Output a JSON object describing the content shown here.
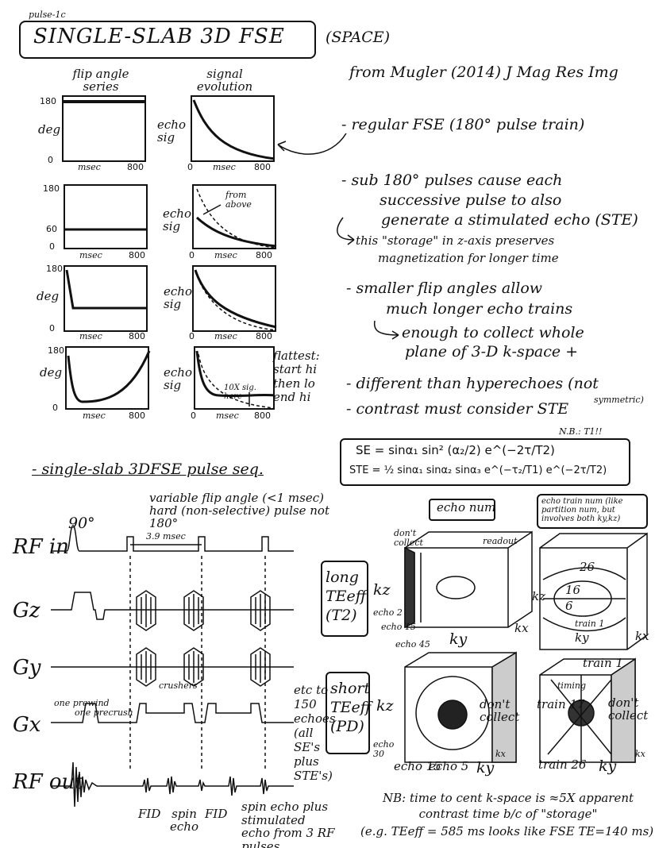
{
  "tag": "pulse-1c",
  "title": "SINGLE-SLAB  3D FSE",
  "title_paren": "(SPACE)",
  "source": "from Mugler (2014) J Mag Res Img",
  "col_flip": "flip angle series",
  "col_signal": "signal evolution",
  "axis_deg": "deg",
  "axis_echo": "echo sig",
  "axis_msec": "msec",
  "tick_180": "180",
  "tick_60": "60",
  "tick_0": "0",
  "tick_800": "800",
  "from_above": "from above",
  "tenx": "10X sig. here",
  "flattest": "flattest: start hi then lo end hi",
  "notes": [
    "- regular FSE (180° pulse train)",
    "- sub 180° pulses cause each",
    "successive pulse to also",
    "generate a stimulated echo (STE)",
    "this \"storage\" in z-axis preserves",
    "magnetization for longer time",
    "- smaller flip angles allow",
    "much longer echo trains",
    "enough to collect whole",
    "plane of 3-D k-space +",
    "- different than hyperechoes (not",
    "symmetric)",
    "- contrast must consider STE"
  ],
  "nb_t1": "N.B.: T1!!",
  "eq_se": "SE = sinα₁ sin² (α₂/2) e^(−2τ/T2)",
  "eq_ste": "STE = ½ sinα₁ sinα₂ sinα₃ e^(−τ₂/T1) e^(−2τ/T2)",
  "pulseseq_title": "- single-slab 3DFSE pulse seq.",
  "vfa_note": "variable flip angle (<1 msec) hard (non-selective) pulse not 180°",
  "ninety": "90°",
  "spacing": "3.9 msec",
  "rows": [
    "RF in",
    "Gz",
    "Gy",
    "Gx",
    "RF out"
  ],
  "one_prewind": "one prewind",
  "one_precrush": "one precrush",
  "crushers": "crushers",
  "etc": "etc to 150 echoes (all SE's plus STE's)",
  "fid": "FID",
  "spin_echo": "spin echo",
  "spin_echo_plus": "spin echo plus stimulated echo from 3 RF pulses",
  "echo_num": "echo num",
  "echo_train_num": "echo train num (like partition num, but involves both ky,kz)",
  "long_te": "long TEeff (T2)",
  "short_te": "short TEeff (PD)",
  "dont_collect": "don't collect",
  "readout": "readout",
  "kz": "kz",
  "ky": "ky",
  "kx": "kx",
  "echo2": "echo 2",
  "echo15": "echo 15",
  "echo45": "echo 45",
  "echo30": "echo 30",
  "echo5": "echo 5",
  "n26": "26",
  "n16": "16",
  "n6": "6",
  "train1": "train 1",
  "train17": "train 17",
  "train26": "train 26",
  "timing": "timing",
  "nb_bottom": "NB: time to cent k-space is ≈5X apparent contrast time b/c of \"storage\"",
  "nb_eg": "(e.g. TEeff = 585 ms looks like FSE TE=140 ms)"
}
